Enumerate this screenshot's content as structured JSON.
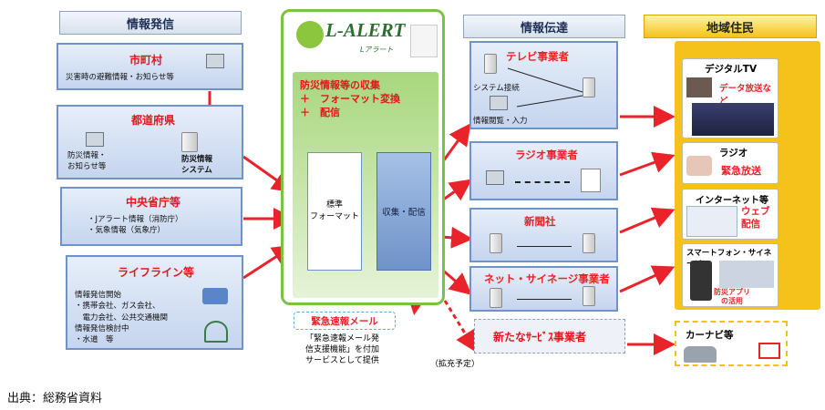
{
  "headers": {
    "source": "情報発信",
    "transmission": "情報伝達",
    "residents": "地域住民"
  },
  "sources": [
    {
      "title": "市町村",
      "desc": "災害時の避難情報・お知らせ等"
    },
    {
      "title": "都道府県",
      "left_text": "防災情報・\nお知らせ等",
      "system_label": "防災情報\nシステム"
    },
    {
      "title": "中央省庁等",
      "desc": "・Jアラート情報（消防庁）\n・気象情報（気象庁）"
    },
    {
      "title": "ライフライン等",
      "desc": "情報発信開始\n・携帯会社、ガス会社、\n　電力会社、公共交通機関\n情報発信検討中\n・水道　等"
    }
  ],
  "center": {
    "logo": "L-ALERT",
    "logo_sub": "Lアラート",
    "steps": "防災情報等の収集\n＋　フォーマット変換\n＋　配信",
    "format_box": "標準\nフォーマット",
    "collect_box": "収集・配信",
    "emergency_label": "緊急速報メール",
    "emergency_note": "「緊急速報メール発\n信支援機能」を付加\nサービスとして提供",
    "expansion": "（拡充予定）"
  },
  "transmitters": [
    {
      "title": "テレビ事業者",
      "sys_label": "システム接続",
      "view_label": "情報閲覧・入力"
    },
    {
      "title": "ラジオ事業者"
    },
    {
      "title": "新聞社"
    },
    {
      "title": "ネット・サイネージ事業者"
    },
    {
      "title": "新たなｻｰﾋﾞｽ事業者"
    }
  ],
  "residents": [
    {
      "title": "デジタルTV",
      "detail": "データ放送など"
    },
    {
      "title": "ラジオ",
      "detail": "緊急放送"
    },
    {
      "title": "インターネット等",
      "detail": "ウェブ\n配信"
    },
    {
      "title": "スマートフォン・サイネージ",
      "detail": "防災アプリ\nの活用"
    },
    {
      "title": "カーナビ等"
    }
  ],
  "footer": "出典：総務省資料",
  "colors": {
    "arrow": "#e8232a",
    "box_border": "#6f92c8",
    "center_green": "#7cc242",
    "yellow": "#f5c21c"
  }
}
